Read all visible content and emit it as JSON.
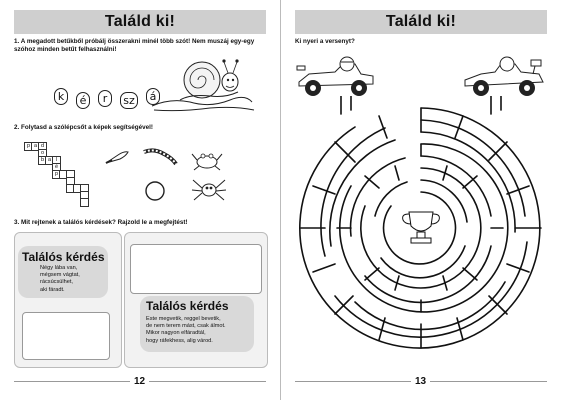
{
  "left_page": {
    "title": "Találd ki!",
    "task1": "1. A megadott betűkből próbálj összerakni minél több szót! Nem muszáj egy-egy szóhoz minden betűt felhasználni!",
    "letters": [
      "k",
      "é",
      "r",
      "sz",
      "á"
    ],
    "task2": "2. Folytasd a szólépcsőt a képek segítségével!",
    "crossword_letters": {
      "row1": [
        "p",
        "a",
        "d"
      ],
      "row2": [
        "o"
      ],
      "row3": [
        "b",
        "a",
        "l"
      ],
      "row4": [
        "é"
      ],
      "row5": [
        "p"
      ]
    },
    "task3": "3. Mit rejtenek a találós kérdések? Rajzold le a megfejtést!",
    "riddle1_title": "Találós kérdés",
    "riddle1_text": [
      "Négy lába van,",
      "mégsem vágtat,",
      "rácsúcsülhet,",
      "aki fáradt."
    ],
    "riddle2_title": "Találós kérdés",
    "riddle2_text": [
      "Este megvetik, reggel bevetik,",
      "de nem terem mást, csak álmot.",
      "Mikor nagyon elfáradtál,",
      "hogy ráfekhess, alig várod."
    ],
    "page_number": "12"
  },
  "right_page": {
    "title": "Találd ki!",
    "question": "Ki nyeri a versenyt?",
    "page_number": "13"
  }
}
